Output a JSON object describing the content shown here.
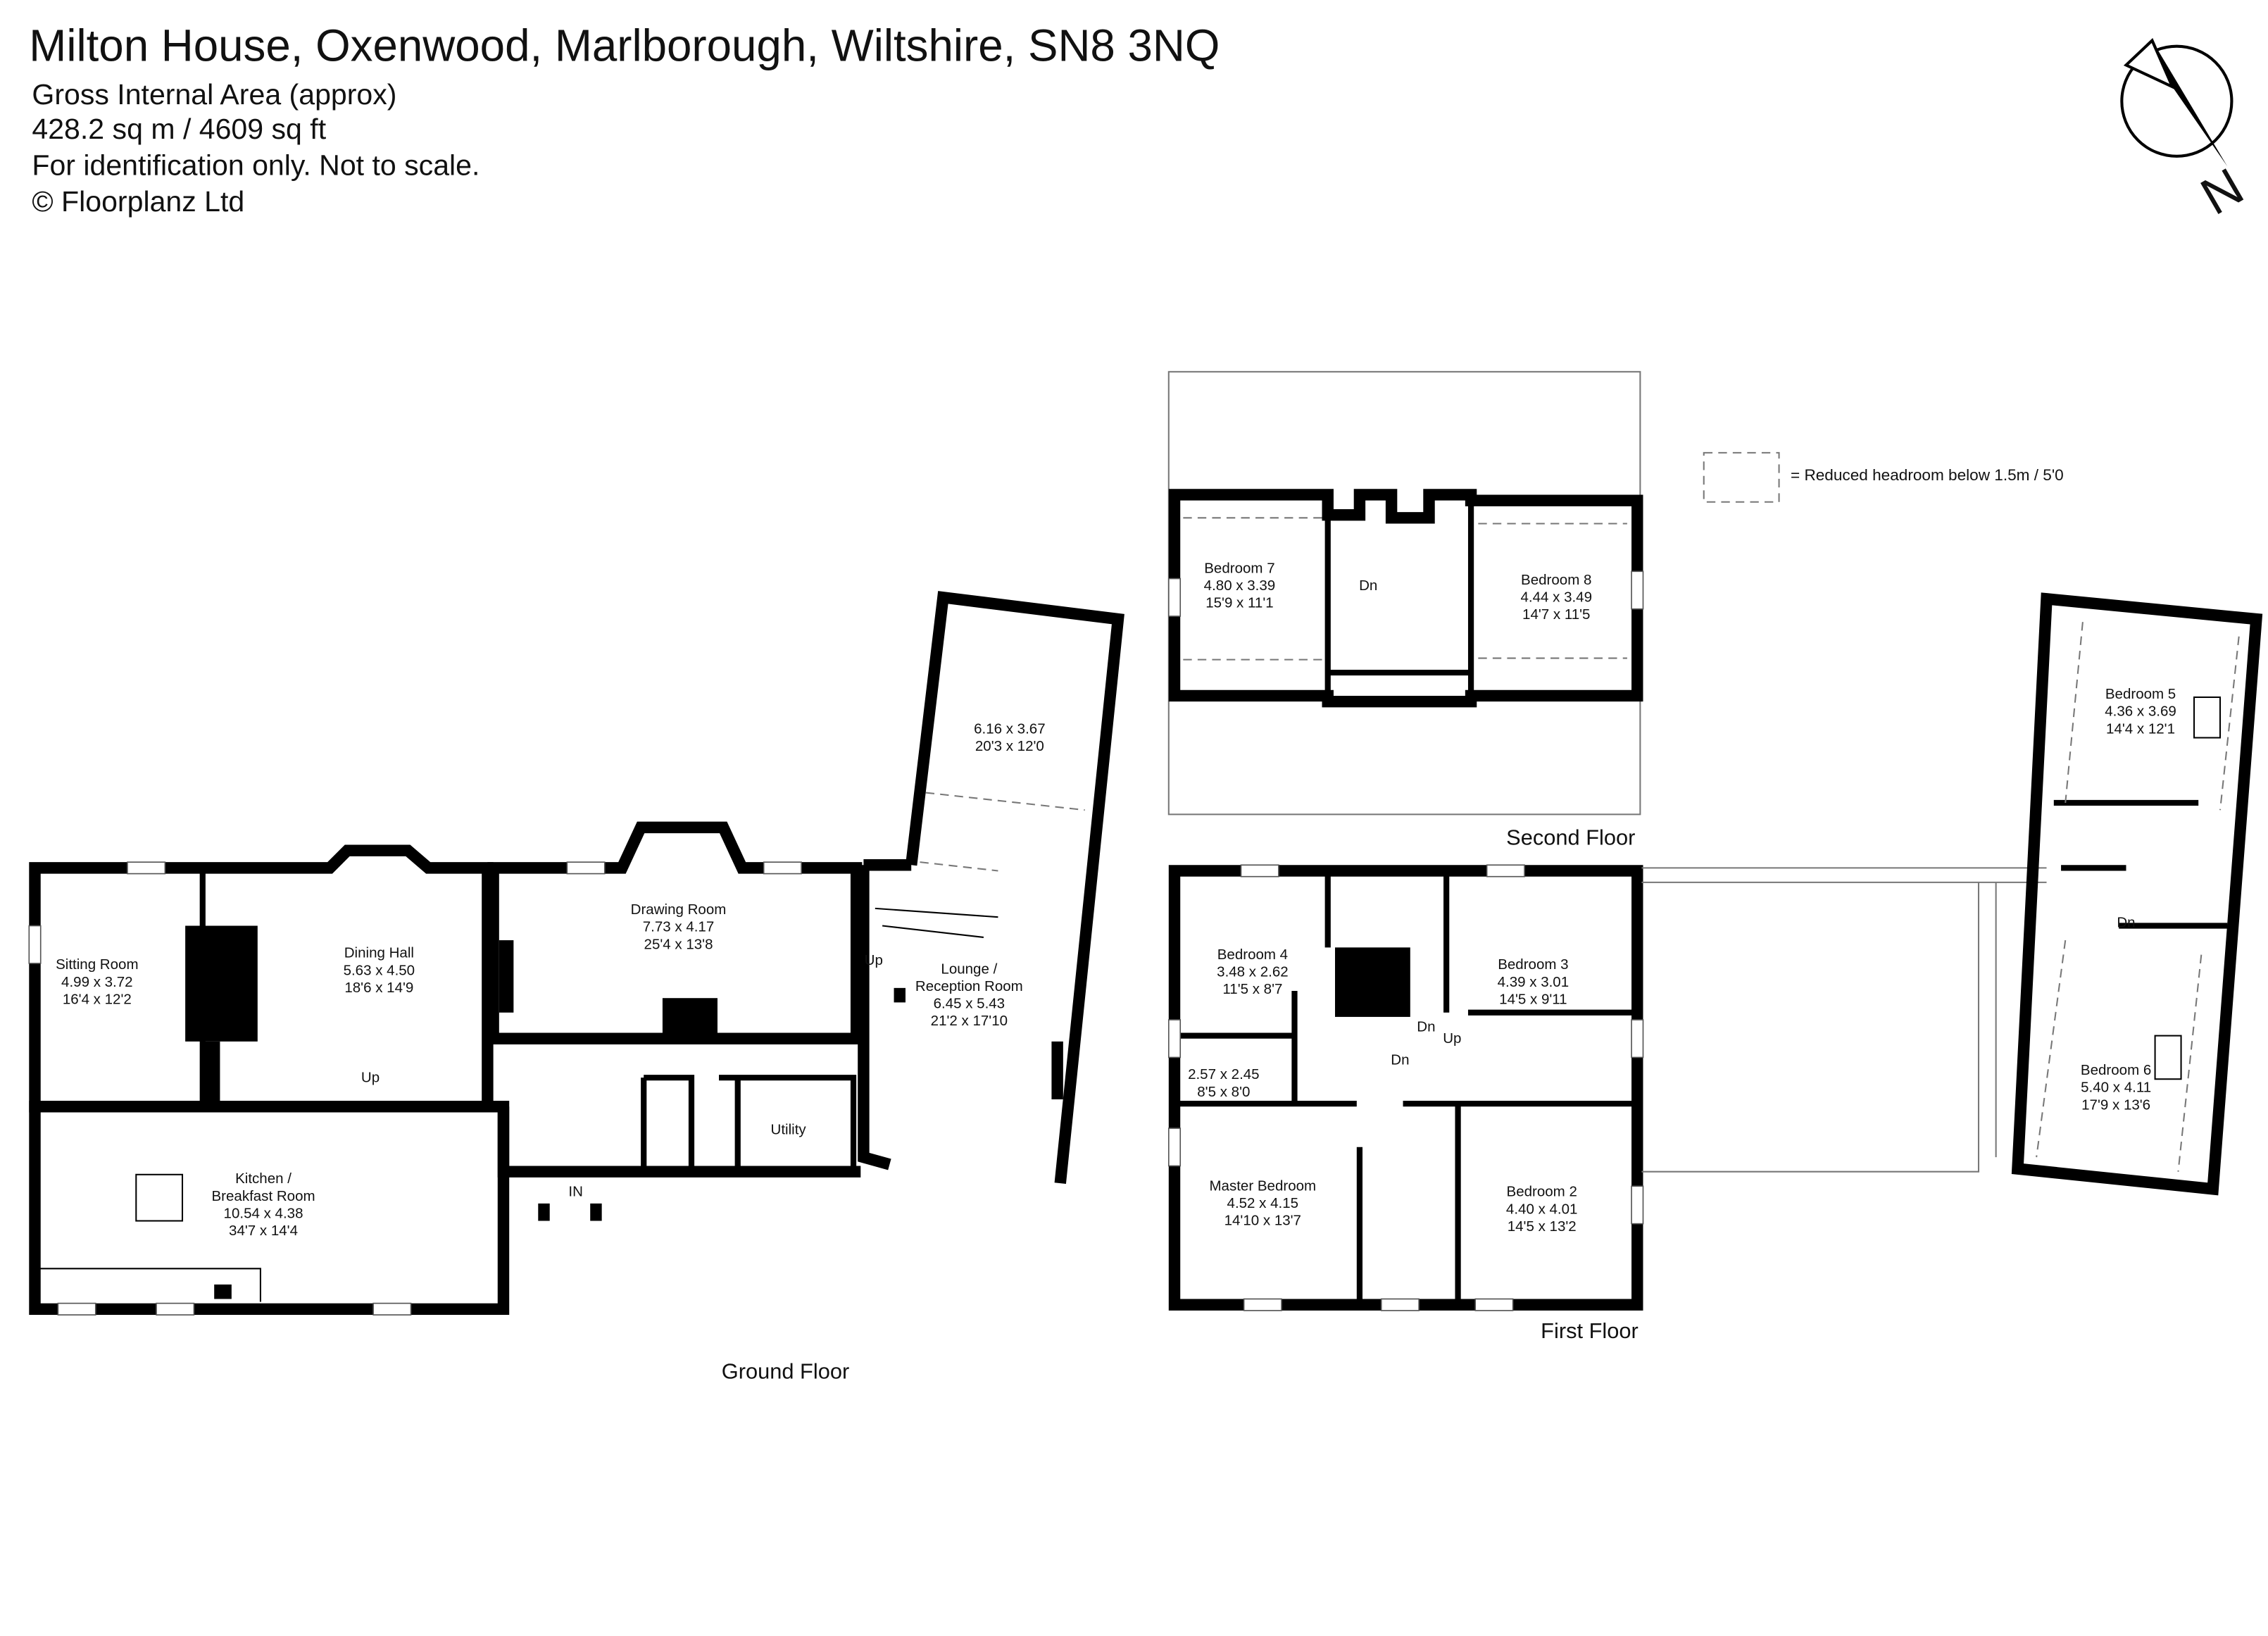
{
  "header": {
    "title": "Milton House, Oxenwood, Marlborough, Wiltshire, SN8 3NQ",
    "line1": "Gross Internal Area (approx)",
    "line2": "428.2 sq m / 4609 sq ft",
    "line3": "For identification only. Not to scale.",
    "line4": "© Floorplanz Ltd"
  },
  "compass": {
    "icon": "north-arrow-icon",
    "label": "N"
  },
  "legend": {
    "text": "= Reduced headroom below 1.5m / 5'0"
  },
  "ground_floor": {
    "label": "Ground Floor",
    "rooms": [
      {
        "name": "Sitting Room",
        "metric": "4.99 x 3.72",
        "imperial": "16'4 x 12'2"
      },
      {
        "name": "Dining Hall",
        "metric": "5.63 x 4.50",
        "imperial": "18'6 x 14'9"
      },
      {
        "name": "Drawing Room",
        "metric": "7.73 x 4.17",
        "imperial": "25'4 x 13'8"
      },
      {
        "name": "",
        "metric": "6.16 x 3.67",
        "imperial": "20'3 x 12'0"
      },
      {
        "name": "Lounge /",
        "name2": "Reception Room",
        "metric": "6.45 x 5.43",
        "imperial": "21'2 x 17'10"
      },
      {
        "name": "Kitchen  /",
        "name2": "Breakfast Room",
        "metric": "10.54 x 4.38",
        "imperial": "34'7 x 14'4"
      },
      {
        "name": "Utility"
      }
    ],
    "markers": {
      "up1": "Up",
      "up2": "Up",
      "in": "IN"
    }
  },
  "first_floor": {
    "label": "First Floor",
    "rooms": [
      {
        "name": "Bedroom 4",
        "metric": "3.48 x 2.62",
        "imperial": "11'5 x 8'7"
      },
      {
        "name": "Bedroom 3",
        "metric": "4.39 x 3.01",
        "imperial": "14'5 x 9'11"
      },
      {
        "name": "",
        "metric": "2.57 x 2.45",
        "imperial": "8'5 x 8'0"
      },
      {
        "name": "Master Bedroom",
        "metric": "4.52 x 4.15",
        "imperial": "14'10 x 13'7"
      },
      {
        "name": "Bedroom 2",
        "metric": "4.40 x 4.01",
        "imperial": "14'5 x 13'2"
      },
      {
        "name": "Bedroom  5",
        "metric": "4.36 x 3.69",
        "imperial": "14'4 x 12'1"
      },
      {
        "name": "Bedroom 6",
        "metric": "5.40 x 4.11",
        "imperial": "17'9 x 13'6"
      }
    ],
    "markers": {
      "dn1": "Dn",
      "dn2": "Dn",
      "up": "Up",
      "dn3": "Dn"
    }
  },
  "second_floor": {
    "label": "Second Floor",
    "rooms": [
      {
        "name": "Bedroom 7",
        "metric": "4.80 x 3.39",
        "imperial": "15'9 x 11'1"
      },
      {
        "name": "Bedroom 8",
        "metric": "4.44 x 3.49",
        "imperial": "14'7 x 11'5"
      }
    ],
    "markers": {
      "dn": "Dn"
    }
  }
}
